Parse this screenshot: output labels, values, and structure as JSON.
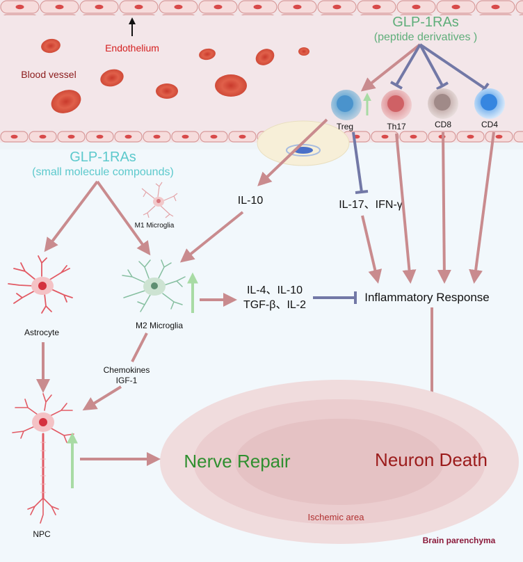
{
  "labels": {
    "endothelium": "Endothelium",
    "blood_vessel": "Blood vessel",
    "glp_peptide_title": "GLP-1RAs",
    "glp_peptide_sub": "(peptide derivatives )",
    "glp_small_title": "GLP-1RAs",
    "glp_small_sub": "(small molecule compounds)",
    "m1_microglia": "M1 Microglia",
    "m2_microglia": "M2 Microglia",
    "astrocyte": "Astrocyte",
    "npc": "NPC",
    "treg": "Treg",
    "th17": "Th17",
    "cd8": "CD8",
    "cd4": "CD4",
    "il10": "IL-10",
    "il17_ifn": "IL-17、IFN-γ",
    "cytokines_line1": "IL-4、IL-10",
    "cytokines_line2": "TGF-β、IL-2",
    "inflammatory_response": "Inflammatory Response",
    "chemokines": "Chemokines",
    "igf1": "IGF-1",
    "nerve_repair": "Nerve Repair",
    "neuron_death": "Neuron Death",
    "ischemic_area": "Ischemic area",
    "brain_parenchyma": "Brain parenchyma"
  },
  "colors": {
    "activation_arrow": "#c98b8e",
    "inhibition_line": "#7278a6",
    "upregulation_arrow": "#a8dba4",
    "glp_peptide": "#5fae7a",
    "glp_small": "#5cc9cc",
    "endothelium_text": "#d42020",
    "blood_vessel_text": "#8b1a1a",
    "nerve_repair": "#2f8f2f",
    "neuron_death": "#9b1b1b",
    "ischemic_text": "#b03030",
    "brain_parenchyma_text": "#8b1a3a"
  }
}
